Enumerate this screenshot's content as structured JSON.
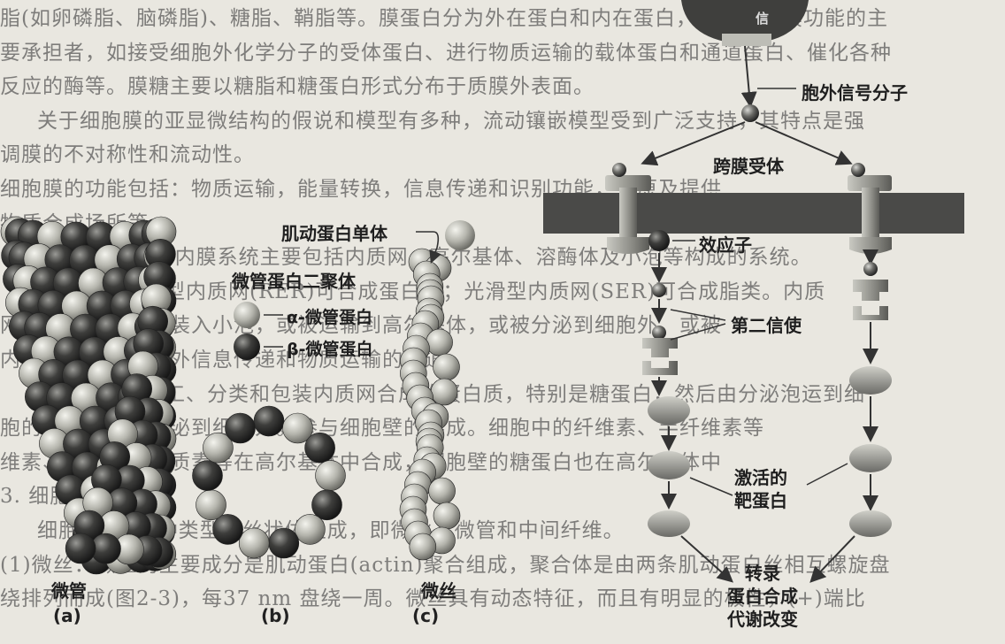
{
  "background_text": [
    "脂(如卵磷脂、脑磷脂)、糖脂、鞘脂等。膜蛋白分为外在蛋白和内在蛋白，膜蛋白是膜功能的主",
    "要承担者，如接受细胞外化学分子的受体蛋白、进行物质运输的载体蛋白和通道蛋白、催化各种",
    "反应的酶等。膜糖主要以糖脂和糖蛋白形式分布于质膜外表面。",
    "关于细胞膜的亚显微结构的假说和模型有多种，流动镶嵌模型受到广泛支持，其特点是强",
    "调膜的不对称性和流动性。",
    "细胞膜的功能包括：物质运输，能量转换，信息传递和识别功能，抗原及提供",
    "物质合成场所等。",
    "(2)内膜系统：内膜系统主要包括内质网、高尔基体、溶酶体及小泡等构成的系统。",
    "内质网：粗糙型内质网(RER)可合成蛋白质；光滑型内质网(SER)可合成脂类。内质",
    "网合成的蛋白质被装入小泡，或被运输到高尔基体，或被分泌到细胞外，或被",
    "内质网也是细胞内外信息传递和物质运输的通道。",
    "高尔基体：加工、分类和包装内质网合成的蛋白质，特别是糖蛋白，然后由分泌泡运到细",
    "胞的特定部位或分泌到细胞外。参与细胞壁的形成。细胞中的纤维素、半纤维素等",
    "维素、果胶质、木质素等在高尔基体中合成，细胞壁的糖蛋白也在高尔基体中",
    "3. 细胞骨架",
    "细胞骨架由3种类型的丝状体组成，即微丝、微管和中间纤维。",
    "(1)微丝：微丝的主要成分是肌动蛋白(actin)聚合组成，聚合体是由两条肌动蛋白丝相互螺旋盘",
    "绕排列而成(图2-3)，每37 nm 盘绕一周。微丝具有动态特征，而且有明显的极性，(+)端比"
  ],
  "figure_left": {
    "microtubule_label": "微管",
    "panel_a": "(a)",
    "panel_b": "(b)",
    "panel_c": "(c)",
    "dimer_label": "微管蛋白二聚体",
    "alpha_label": "α-微管蛋白",
    "beta_label": "β-微管蛋白",
    "actin_monomer_label": "肌动蛋白单体",
    "microfilament_label": "微丝"
  },
  "figure_right": {
    "top_label": "信",
    "signal_label": "胞外信号分子",
    "receptor_label": "跨膜受体",
    "effector_label": "效应子",
    "second_messenger_label": "第二信使",
    "activated_label_1": "激活的",
    "activated_label_2": "靶蛋白",
    "outcome_1": "转录",
    "outcome_2": "蛋白合成",
    "outcome_3": "代谢改变"
  },
  "colors": {
    "alpha_tubulin": "#b8b8b0",
    "beta_tubulin": "#3a3a3a",
    "membrane": "#4a4a4a",
    "paper": "#e9e7e0"
  }
}
